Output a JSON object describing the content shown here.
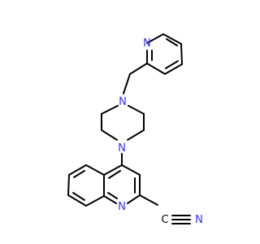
{
  "molecule": {
    "colors": {
      "bond": "#000000",
      "nitrogen": "#3333ff",
      "background": "#ffffff"
    },
    "atoms": {
      "pyridine_n": "N",
      "piperazine_n_top": "N",
      "piperazine_n_bottom": "N",
      "quinoline_n": "N",
      "nitrile_c": "C",
      "nitrile_n": "N"
    }
  }
}
